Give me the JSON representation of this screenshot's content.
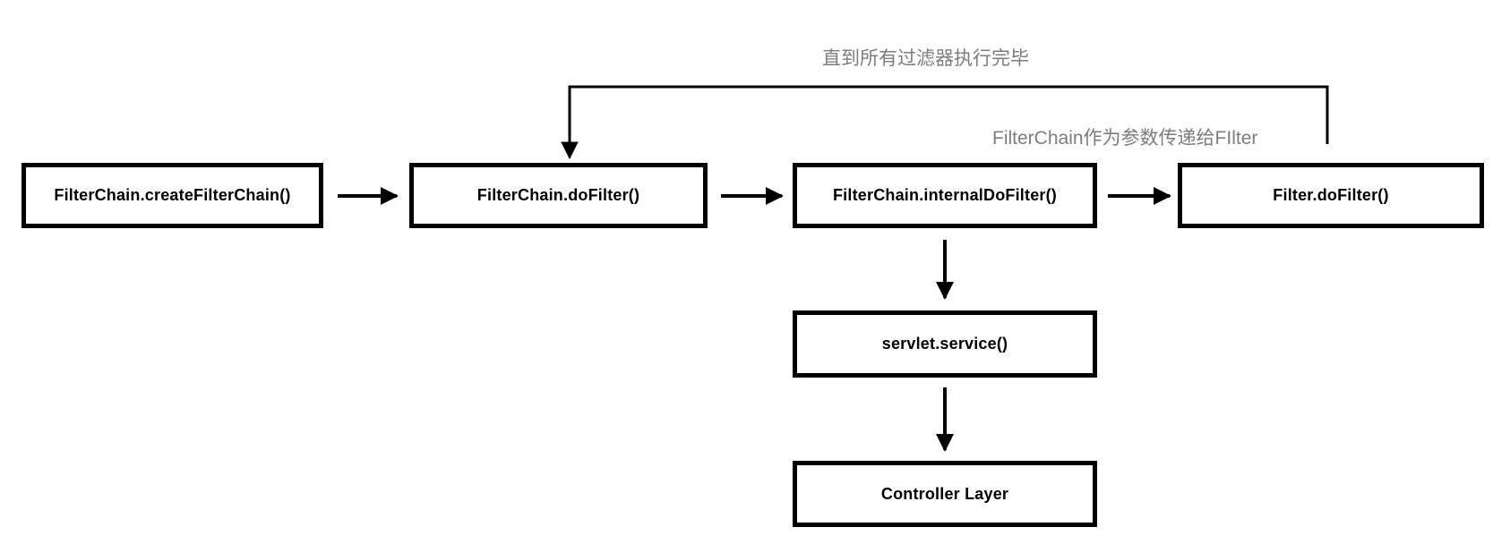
{
  "diagram": {
    "colors": {
      "background": "#ffffff",
      "box_border": "#000000",
      "box_text": "#000000",
      "arrow": "#000000",
      "annotation_text": "#7d7d7d"
    },
    "nodes": [
      {
        "id": "create-filter-chain",
        "label": "FilterChain.createFilterChain()"
      },
      {
        "id": "do-filter",
        "label": "FilterChain.doFilter()"
      },
      {
        "id": "internal-do-filter",
        "label": "FilterChain.internalDoFilter()"
      },
      {
        "id": "filter-do-filter",
        "label": "Filter.doFilter()"
      },
      {
        "id": "servlet-service",
        "label": "servlet.service()"
      },
      {
        "id": "controller-layer",
        "label": "Controller Layer"
      }
    ],
    "annotations": [
      {
        "id": "loop-label",
        "text": "直到所有过滤器执行完毕"
      },
      {
        "id": "param-label",
        "text": "FilterChain作为参数传递给FIlter"
      }
    ],
    "edges": [
      {
        "from": "create-filter-chain",
        "to": "do-filter",
        "type": "arrow"
      },
      {
        "from": "do-filter",
        "to": "internal-do-filter",
        "type": "arrow"
      },
      {
        "from": "internal-do-filter",
        "to": "filter-do-filter",
        "type": "arrow"
      },
      {
        "from": "internal-do-filter",
        "to": "servlet-service",
        "type": "arrow"
      },
      {
        "from": "servlet-service",
        "to": "controller-layer",
        "type": "arrow"
      },
      {
        "from": "filter-do-filter",
        "to": "do-filter",
        "type": "loop-back",
        "label": "直到所有过滤器执行完毕"
      }
    ]
  }
}
